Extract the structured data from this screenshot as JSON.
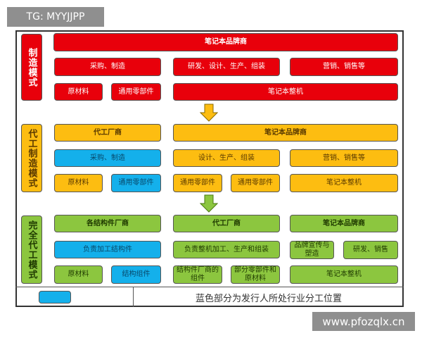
{
  "watermark_top": "TG: MYYJJPP",
  "watermark_bottom": "www.pfozqlx.cn",
  "colors": {
    "red": "#e8000b",
    "orange": "#fdbd11",
    "blue": "#14b0eb",
    "green": "#8cc63f"
  },
  "s1": {
    "label": "制造模式",
    "brand": "笔记本品牌商",
    "procure": "采购、制造",
    "rd": "研发、设计、生产、组装",
    "sales": "营销、销售等",
    "raw": "原材料",
    "parts": "通用零部件",
    "machine": "笔记本整机"
  },
  "s2": {
    "label": "代工制造模式",
    "oem": "代工厂商",
    "brand": "笔记本品牌商",
    "procure": "采购、制造",
    "design": "设计、生产、组装",
    "sales": "营销、销售等",
    "raw": "原材料",
    "parts1": "通用零部件",
    "parts2": "通用零部件",
    "parts3": "通用零部件",
    "machine": "笔记本整机"
  },
  "s3": {
    "label": "完全代工模式",
    "struct": "各结构件厂商",
    "oem": "代工厂商",
    "brand": "笔记本品牌商",
    "process": "负责加工结构件",
    "assemble": "负责整机加工、生产和组装",
    "branding": "品牌宣传与塑造",
    "rdsales": "研发、销售",
    "raw": "原材料",
    "comp": "结构组件",
    "structparts": "结构件厂商的组件",
    "partsraw": "部分零部件和原材料",
    "machine": "笔记本整机"
  },
  "legend": {
    "text": "蓝色部分为发行人所处行业分工位置"
  }
}
